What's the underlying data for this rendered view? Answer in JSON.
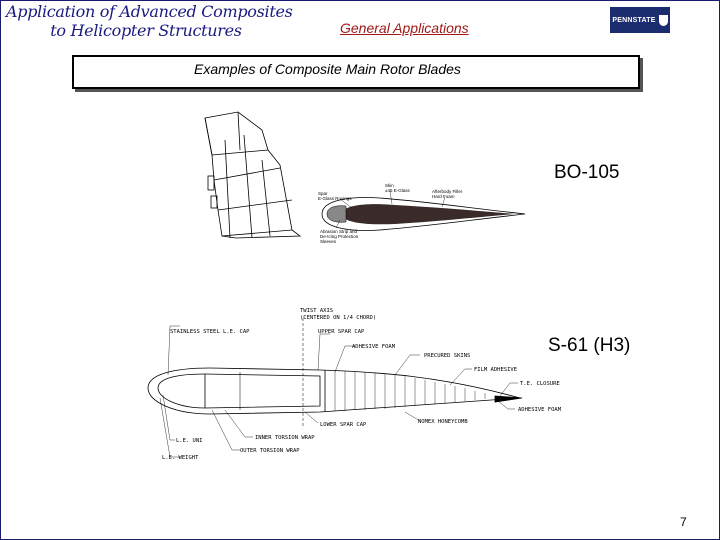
{
  "header": {
    "course_title_line1": "Application of Advanced Composites",
    "course_title_line2": "to Helicopter Structures",
    "section_title": "General Applications",
    "logo_text": "PENNSTATE"
  },
  "slide": {
    "subtitle": "Examples of Composite Main Rotor Blades",
    "page_number": "7"
  },
  "figures": {
    "bo105": {
      "label": "BO-105",
      "annotations": {
        "skin": "Skin",
        "skin_detail": "±45 E-Glass",
        "aft_body": "Afterbody Filler",
        "aft_body_detail": "Hard Foam",
        "spar": "Spar",
        "spar_detail": "E-Glass Rovings",
        "abrasion": "Abrasion Strip and",
        "abrasion_detail": "De-Icing Protection",
        "abrasion_detail2": "Sleeves"
      }
    },
    "s61": {
      "label": "S-61 (H3)",
      "annotations": {
        "twist_axis": "TWIST AXIS",
        "twist_axis_detail": "(CENTERED ON 1/4 CHORD)",
        "le_cap": "STAINLESS STEEL L.E. CAP",
        "upper_spar": "UPPER SPAR CAP",
        "adhesive_foam": "ADHESIVE FOAM",
        "precured_skins": "PRECURED SKINS",
        "film_adhesive": "FILM ADHESIVE",
        "te_closure": "T.E. CLOSURE",
        "adhesive_foam2": "ADHESIVE FOAM",
        "nomex": "NOMEX HONEYCOMB",
        "lower_spar": "LOWER SPAR CAP",
        "inner_torsion": "INNER TORSION WRAP",
        "outer_torsion": "OUTER TORSION WRAP",
        "le_uni": "L.E. UNI",
        "le_weight": "L.E. WEIGHT"
      }
    }
  },
  "colors": {
    "frame": "#1a1a6e",
    "course_title": "#1a1a80",
    "section_title": "#a01818",
    "logo_bg": "#1b2d6e"
  }
}
